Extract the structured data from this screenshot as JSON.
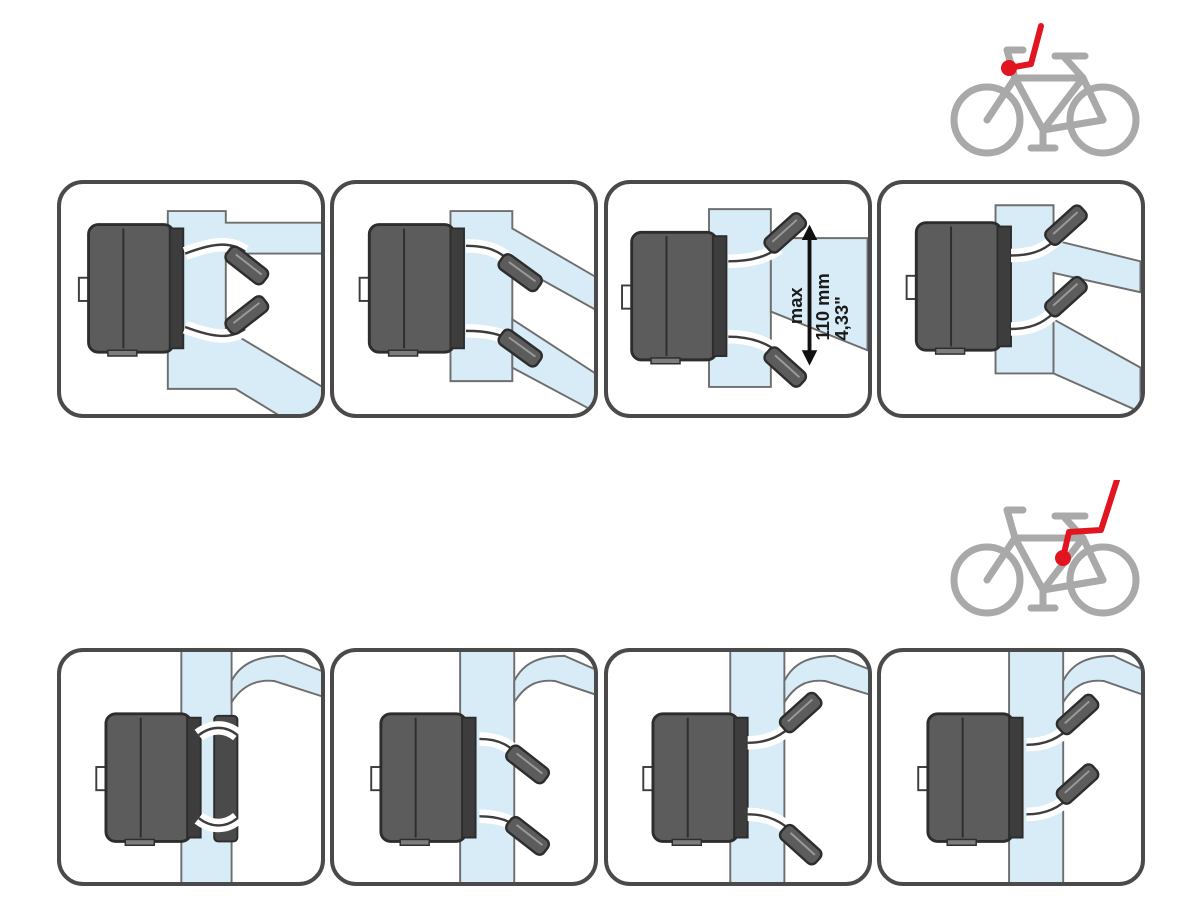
{
  "colors": {
    "frame_fill": "#d8ecf7",
    "frame_stroke": "#6e6e6e",
    "clamp_body": "#5c5c5c",
    "clamp_dark": "#3d3d3d",
    "seat_red": "#e1141f",
    "bike_grey": "#a9a9a9",
    "panel_border": "#4a4a4a"
  },
  "annotation": {
    "max": "max",
    "mm": "110 mm",
    "inch": "4,33\""
  },
  "icons": {
    "top": "bicycle-front-seat-icon",
    "bottom": "bicycle-rear-seat-icon"
  }
}
